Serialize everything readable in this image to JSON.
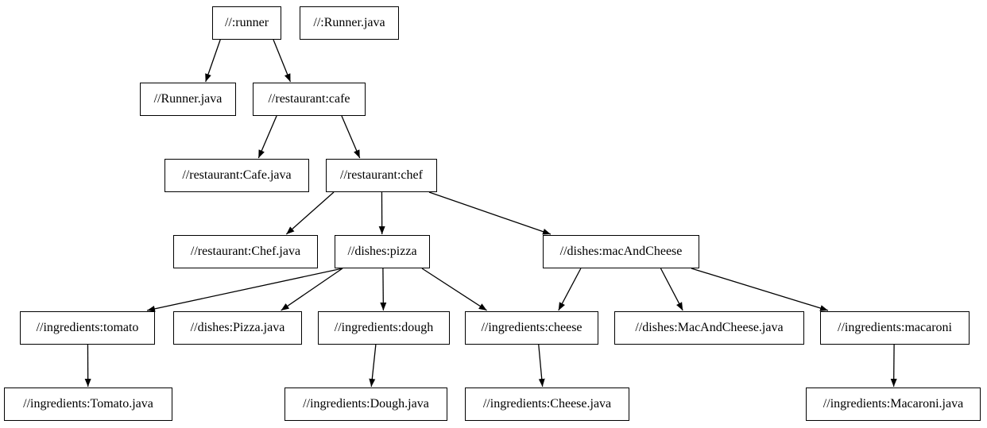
{
  "diagram": {
    "type": "dependency-graph",
    "background_color": "#ffffff",
    "node_fill_color": "#ffffff",
    "node_border_color": "#000000",
    "text_color": "#000000",
    "edge_color": "#000000",
    "nodes": [
      {
        "id": "runner",
        "label": "//:runner"
      },
      {
        "id": "runner-java-root",
        "label": "//:Runner.java"
      },
      {
        "id": "runner-java",
        "label": "//Runner.java"
      },
      {
        "id": "cafe",
        "label": "//restaurant:cafe"
      },
      {
        "id": "cafe-java",
        "label": "//restaurant:Cafe.java"
      },
      {
        "id": "chef",
        "label": "//restaurant:chef"
      },
      {
        "id": "chef-java",
        "label": "//restaurant:Chef.java"
      },
      {
        "id": "pizza",
        "label": "//dishes:pizza"
      },
      {
        "id": "mac-and-cheese",
        "label": "//dishes:macAndCheese"
      },
      {
        "id": "tomato",
        "label": "//ingredients:tomato"
      },
      {
        "id": "pizza-java",
        "label": "//dishes:Pizza.java"
      },
      {
        "id": "dough",
        "label": "//ingredients:dough"
      },
      {
        "id": "cheese",
        "label": "//ingredients:cheese"
      },
      {
        "id": "mac-and-cheese-java",
        "label": "//dishes:MacAndCheese.java"
      },
      {
        "id": "macaroni",
        "label": "//ingredients:macaroni"
      },
      {
        "id": "tomato-java",
        "label": "//ingredients:Tomato.java"
      },
      {
        "id": "dough-java",
        "label": "//ingredients:Dough.java"
      },
      {
        "id": "cheese-java",
        "label": "//ingredients:Cheese.java"
      },
      {
        "id": "macaroni-java",
        "label": "//ingredients:Macaroni.java"
      }
    ],
    "edges": [
      {
        "from": "runner",
        "to": "runner-java"
      },
      {
        "from": "runner",
        "to": "cafe"
      },
      {
        "from": "cafe",
        "to": "cafe-java"
      },
      {
        "from": "cafe",
        "to": "chef"
      },
      {
        "from": "chef",
        "to": "chef-java"
      },
      {
        "from": "chef",
        "to": "pizza"
      },
      {
        "from": "chef",
        "to": "mac-and-cheese"
      },
      {
        "from": "pizza",
        "to": "tomato"
      },
      {
        "from": "pizza",
        "to": "pizza-java"
      },
      {
        "from": "pizza",
        "to": "dough"
      },
      {
        "from": "pizza",
        "to": "cheese"
      },
      {
        "from": "mac-and-cheese",
        "to": "cheese"
      },
      {
        "from": "mac-and-cheese",
        "to": "mac-and-cheese-java"
      },
      {
        "from": "mac-and-cheese",
        "to": "macaroni"
      },
      {
        "from": "tomato",
        "to": "tomato-java"
      },
      {
        "from": "dough",
        "to": "dough-java"
      },
      {
        "from": "cheese",
        "to": "cheese-java"
      },
      {
        "from": "macaroni",
        "to": "macaroni-java"
      }
    ]
  }
}
